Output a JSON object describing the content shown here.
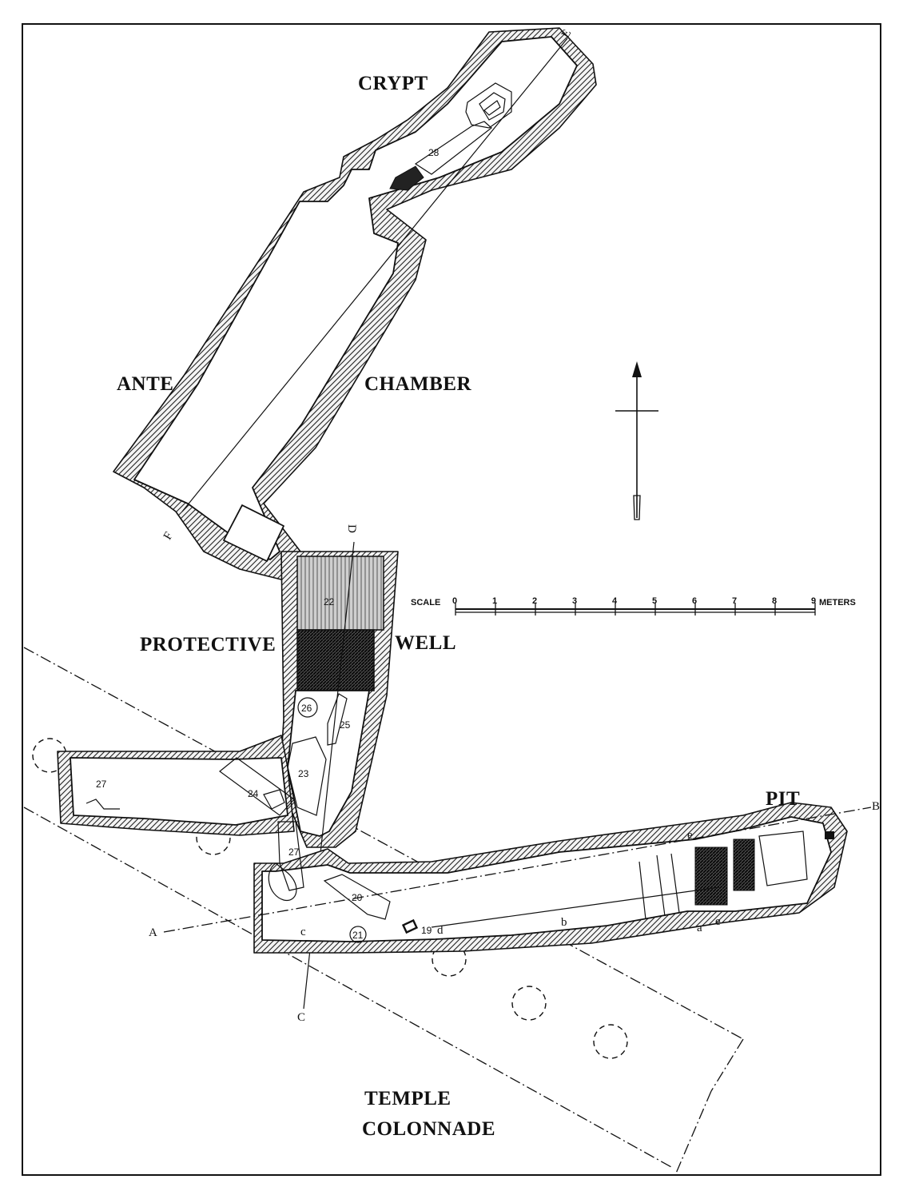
{
  "labels": {
    "crypt": "CRYPT",
    "ante": "ANTE",
    "chamber": "CHAMBER",
    "protective": "PROTECTIVE",
    "well": "WELL",
    "pit": "PIT",
    "temple": "TEMPLE",
    "colonnade": "COLONNADE"
  },
  "scale": {
    "prefix": "SCALE",
    "ticks": [
      "0",
      "1",
      "2",
      "3",
      "4",
      "5",
      "6",
      "7",
      "8",
      "9"
    ],
    "unit": "METERS"
  },
  "object_numbers": {
    "n28": "28",
    "n22": "22",
    "n26": "26",
    "n25": "25",
    "n23": "23",
    "n24": "24",
    "n27a": "27",
    "n27b": "27",
    "n20": "20",
    "n21": "21",
    "n19": "19"
  },
  "section_letters": {
    "A": "A",
    "B": "B",
    "C": "C",
    "D": "D",
    "E": "E",
    "F": "F",
    "a": "a",
    "b": "b",
    "c": "c",
    "d": "d",
    "e1": "e",
    "e2": "e"
  }
}
